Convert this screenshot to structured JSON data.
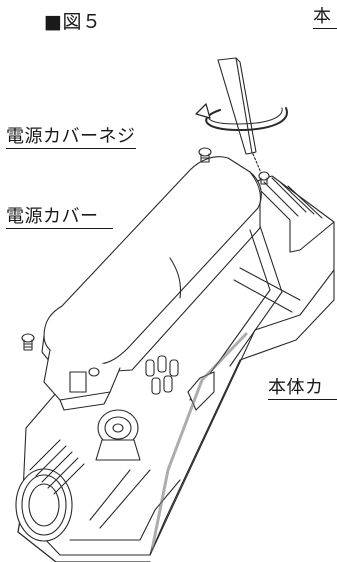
{
  "figure": {
    "title": "■図５",
    "labels": {
      "top_right": "本",
      "screw": "電源カバーネジ",
      "cover": "電源カバー",
      "body_cover": "本体カ"
    }
  }
}
